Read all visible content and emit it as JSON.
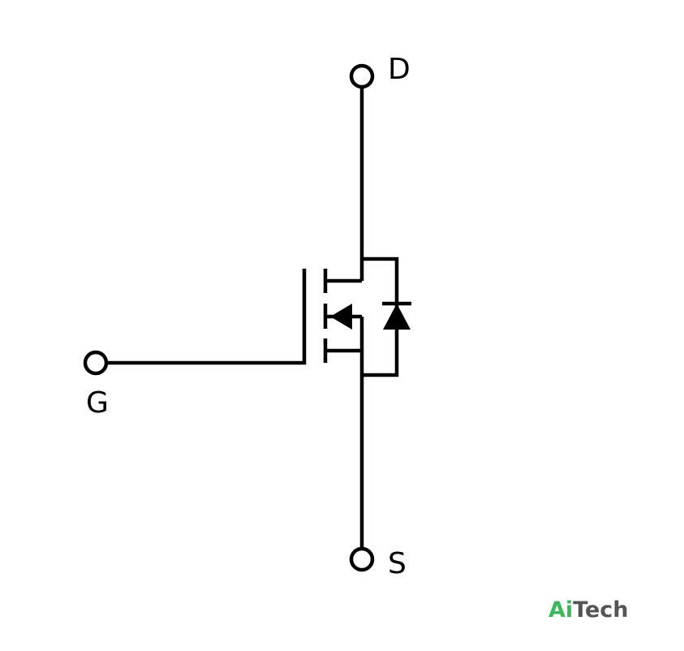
{
  "terminals": {
    "drain": "D",
    "gate": "G",
    "source": "S"
  },
  "logo": {
    "part_1": "Ai",
    "part_2": "Tech",
    "color_1": "#3bb85a",
    "color_2": "#555555"
  },
  "colors": {
    "stroke": "#000000",
    "background": "#ffffff"
  }
}
